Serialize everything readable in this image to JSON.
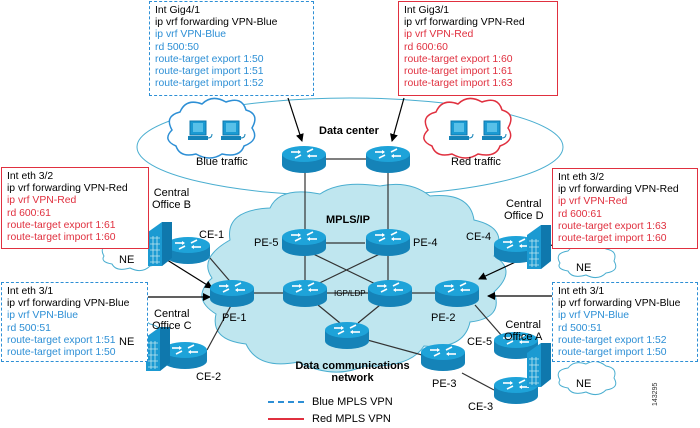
{
  "colors": {
    "blue_vpn": "#2d8fd5",
    "red_vpn": "#e0303f",
    "router_fill": "#1b9ad2",
    "cloud_fill": "#bfe6ef",
    "cloud_stroke": "#4aaed0"
  },
  "config_boxes": [
    {
      "id": "dc-blue",
      "vpn": "blue",
      "lines": [
        "Int Gig4/1",
        "ip vrf forwarding VPN-Blue",
        "ip vrf VPN-Blue",
        "rd 500:50",
        "route-target export 1:50",
        "route-target import 1:51",
        "route-target import 1:52"
      ]
    },
    {
      "id": "dc-red",
      "vpn": "red",
      "lines": [
        "Int Gig3/1",
        "ip vrf forwarding VPN-Red",
        "ip vrf VPN-Red",
        "rd 600:60",
        "route-target export 1:60",
        "route-target import 1:61",
        "route-target import 1:63"
      ]
    },
    {
      "id": "pe1-red",
      "vpn": "red",
      "lines": [
        "Int eth 3/2",
        "ip vrf forwarding VPN-Red",
        "ip vrf VPN-Red",
        "rd 600:61",
        "route-target export 1:61",
        "route-target import 1:60"
      ]
    },
    {
      "id": "pe2-red",
      "vpn": "red",
      "lines": [
        "Int eth 3/2",
        "ip vrf forwarding VPN-Red",
        "ip vrf VPN-Red",
        "rd 600:61",
        "route-target export 1:63",
        "route-target import 1:60"
      ]
    },
    {
      "id": "pe1-blue",
      "vpn": "blue",
      "lines": [
        "Int eth 3/1",
        "ip vrf forwarding VPN-Blue",
        "ip vrf VPN-Blue",
        "rd 500:51",
        "route-target export 1:51",
        "route-target import 1:50"
      ]
    },
    {
      "id": "pe2-blue",
      "vpn": "blue",
      "lines": [
        "Int eth 3/1",
        "ip vrf forwarding VPN-Blue",
        "ip vrf VPN-Blue",
        "rd 500:51",
        "route-target export 1:52",
        "route-target import 1:50"
      ]
    }
  ],
  "labels": {
    "data_center": "Data center",
    "blue_traffic": "Blue traffic",
    "red_traffic": "Red traffic",
    "mpls_ip": "MPLS/IP",
    "igp_ldp": "IGP/LDP",
    "dcn_line1": "Data communications",
    "dcn_line2": "network",
    "pe1": "PE-1",
    "pe2": "PE-2",
    "pe3": "PE-3",
    "pe4": "PE-4",
    "pe5": "PE-5",
    "ce1": "CE-1",
    "ce2": "CE-2",
    "ce3": "CE-3",
    "ce4": "CE-4",
    "ce5": "CE-5",
    "co_b_1": "Central",
    "co_b_2": "Office B",
    "co_c_1": "Central",
    "co_c_2": "Office C",
    "co_d_1": "Central",
    "co_d_2": "Office D",
    "co_a_1": "Central",
    "co_a_2": "Office A",
    "ne": "NE"
  },
  "legend": {
    "blue": "Blue MPLS VPN",
    "red": "Red MPLS VPN"
  },
  "figure_id": "143295"
}
